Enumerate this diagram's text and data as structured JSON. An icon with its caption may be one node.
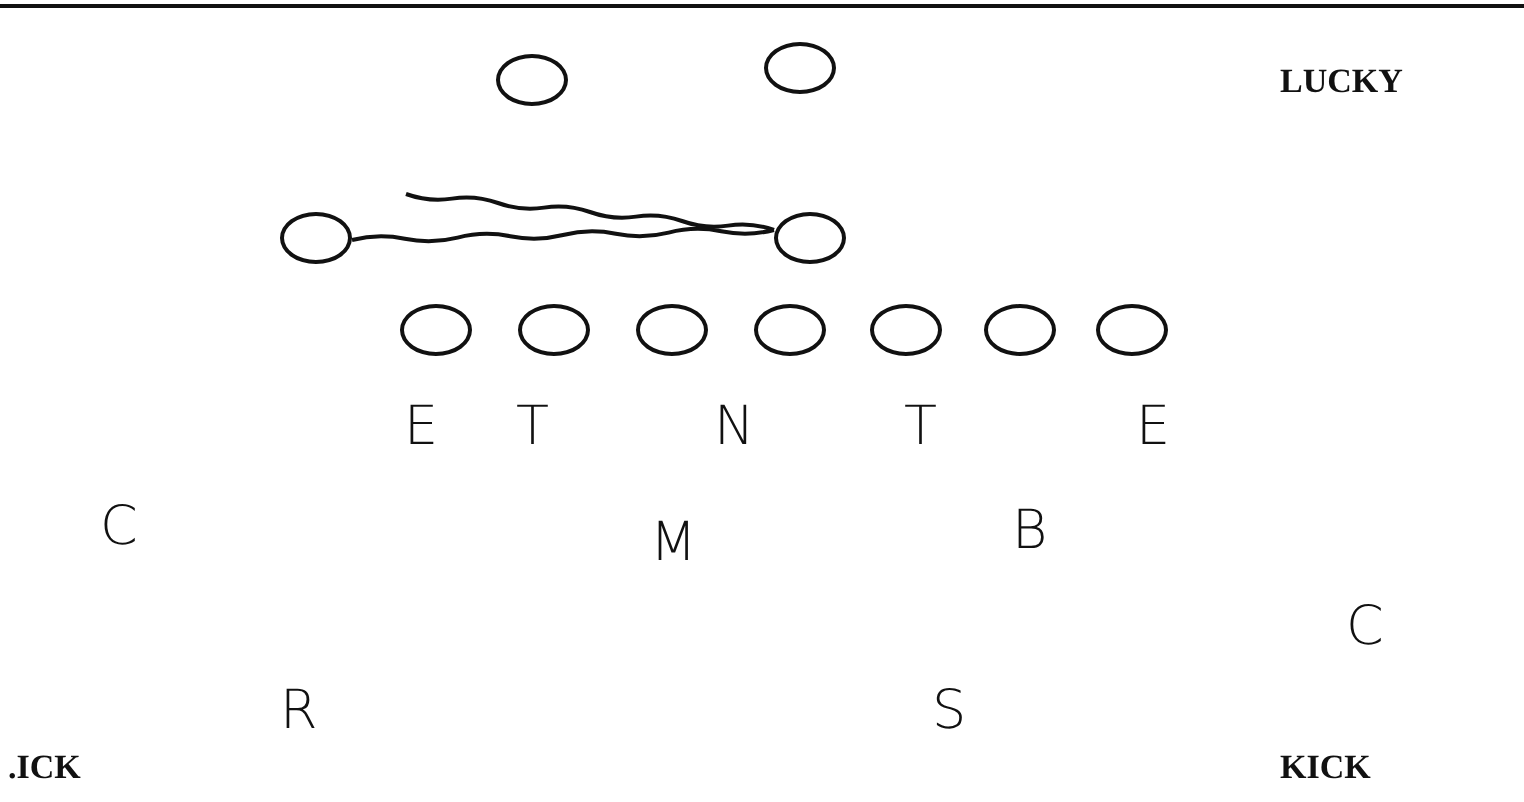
{
  "diagram": {
    "nodes": [
      {
        "text": [],
        "shape": "circle"
      },
      {
        "text": [],
        "shape": "circle"
      },
      {
        "text": [],
        "shape": "circle"
      },
      {
        "text": [],
        "shape": "circle"
      },
      {
        "text": [],
        "shape": "circle"
      },
      {
        "text": [],
        "shape": "circle"
      },
      {
        "text": [],
        "shape": "circle"
      },
      {
        "text": [],
        "shape": "circle"
      },
      {
        "text": [],
        "shape": "circle"
      },
      {
        "text": [],
        "shape": "circle"
      },
      {
        "text": [],
        "shape": "circle"
      }
    ],
    "edges": [
      {
        "from": 2,
        "to": 3,
        "arrow": "none"
      }
    ],
    "labels": [
      "LUCKY",
      "E",
      "T",
      "N",
      "T",
      "E",
      "C",
      "M",
      "B",
      "C",
      "R",
      "S",
      ".ICK",
      "KICK"
    ]
  }
}
